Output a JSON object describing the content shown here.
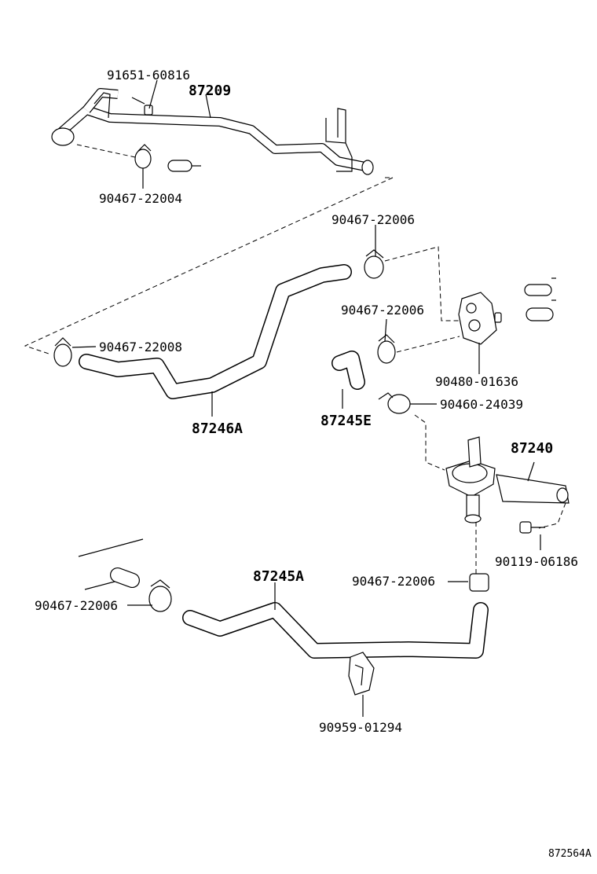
{
  "diagram_ref": "872564A",
  "labels": {
    "p87209": "87209",
    "p91651_60816": "91651-60816",
    "p90467_22004": "90467-22004",
    "p90467_22006_a": "90467-22006",
    "p90467_22006_b": "90467-22006",
    "p90467_22008": "90467-22008",
    "p87246A": "87246A",
    "p87245E": "87245E",
    "p90480_01636": "90480-01636",
    "p90460_24039": "90460-24039",
    "p87240": "87240",
    "p90119_06186": "90119-06186",
    "p90467_22006_c": "90467-22006",
    "p87245A": "87245A",
    "p90467_22006_d": "90467-22006",
    "p90959_01294": "90959-01294"
  }
}
